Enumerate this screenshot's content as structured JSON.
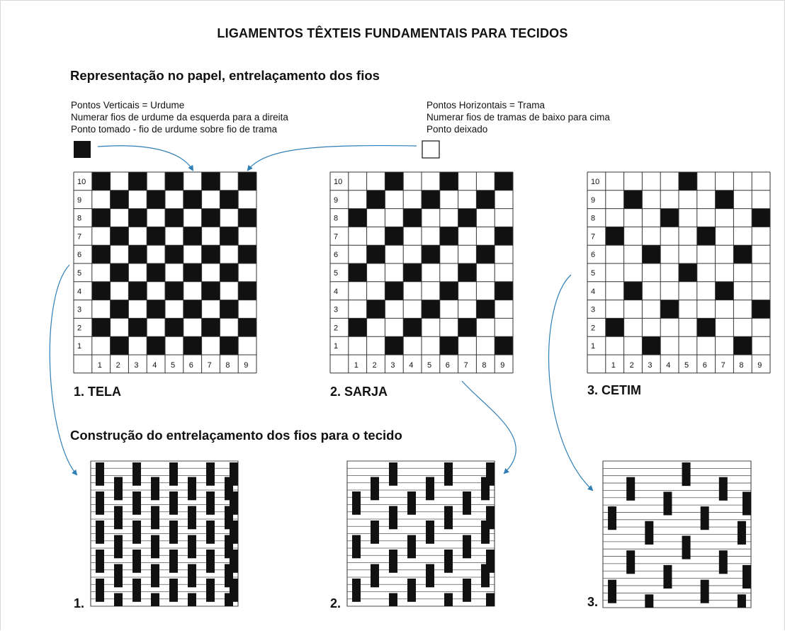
{
  "title": "LIGAMENTOS TÊXTEIS FUNDAMENTAIS PARA TECIDOS",
  "section_paper": "Representação no papel, entrelaçamento dos fios",
  "section_fabric": "Construção do entrelaçamento dos fios  para o tecido",
  "legend_left": {
    "line1": "Pontos Verticais = Urdume",
    "line2": "Numerar fios de urdume da esquerda para a direita",
    "line3": "Ponto tomado - fio de urdume sobre fio de trama"
  },
  "legend_right": {
    "line1": "Pontos Horizontais = Trama",
    "line2": "Numerar fios de tramas de baixo para cima",
    "line3": "Ponto deixado"
  },
  "colors": {
    "ink": "#111111",
    "arrow": "#2f7fb5",
    "grid_line": "#333333"
  },
  "grid_rows": [
    "10",
    "9",
    "8",
    "7",
    "6",
    "5",
    "4",
    "3",
    "2",
    "1"
  ],
  "grid_cols": [
    "1",
    "2",
    "3",
    "4",
    "5",
    "6",
    "7",
    "8",
    "9"
  ],
  "weaves": [
    {
      "label": "1. TELA",
      "fabric_number": "1.",
      "filled_cols_by_row_bottom_up": [
        [
          2,
          4,
          6,
          8
        ],
        [
          1,
          3,
          5,
          7,
          9
        ],
        [
          2,
          4,
          6,
          8
        ],
        [
          1,
          3,
          5,
          7,
          9
        ],
        [
          2,
          4,
          6,
          8
        ],
        [
          1,
          3,
          5,
          7,
          9
        ],
        [
          2,
          4,
          6,
          8
        ],
        [
          1,
          3,
          5,
          7,
          9
        ],
        [
          2,
          4,
          6,
          8
        ],
        [
          1,
          3,
          5,
          7,
          9
        ]
      ]
    },
    {
      "label": "2. SARJA",
      "fabric_number": "2.",
      "filled_cols_by_row_bottom_up": [
        [
          3,
          6,
          9
        ],
        [
          1,
          4,
          7
        ],
        [
          2,
          5,
          8
        ],
        [
          3,
          6,
          9
        ],
        [
          1,
          4,
          7
        ],
        [
          2,
          5,
          8
        ],
        [
          3,
          6,
          9
        ],
        [
          1,
          4,
          7
        ],
        [
          2,
          5,
          8
        ],
        [
          3,
          6,
          9
        ]
      ]
    },
    {
      "label": "3. CETIM",
      "fabric_number": "3.",
      "filled_cols_by_row_bottom_up": [
        [
          3,
          8
        ],
        [
          1,
          6
        ],
        [
          4,
          9
        ],
        [
          2,
          7
        ],
        [
          5
        ],
        [
          3,
          8
        ],
        [
          1,
          6
        ],
        [
          4,
          9
        ],
        [
          2,
          7
        ],
        [
          5
        ]
      ]
    }
  ]
}
